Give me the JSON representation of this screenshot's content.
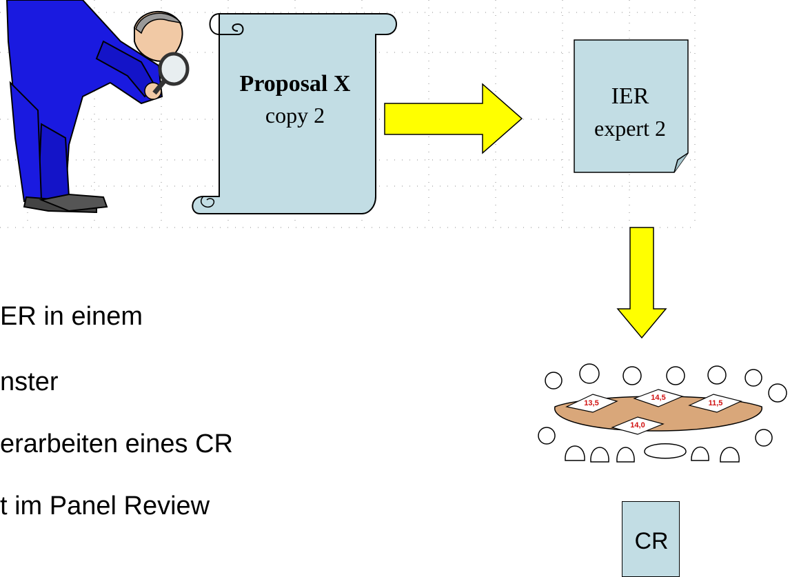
{
  "proposal": {
    "line1": "Proposal X",
    "line2": "copy 2"
  },
  "ier": {
    "line1": "IER",
    "line2": "expert 2"
  },
  "bullets": [
    "ER in einem",
    "nster",
    " erarbeiten eines CR",
    "t im Panel Review"
  ],
  "panel_scores": [
    "13,5",
    "14,5",
    "11,5",
    "14,0"
  ],
  "cr_label": "CR",
  "colors": {
    "doc_fill": "#c2dde4",
    "arrow_fill": "#ffff00",
    "suit": "#1a1ae0",
    "table": "#d9a77a"
  },
  "icons": [
    "reviewer-with-magnifier-icon",
    "scroll-icon",
    "document-icon",
    "panel-meeting-icon"
  ]
}
